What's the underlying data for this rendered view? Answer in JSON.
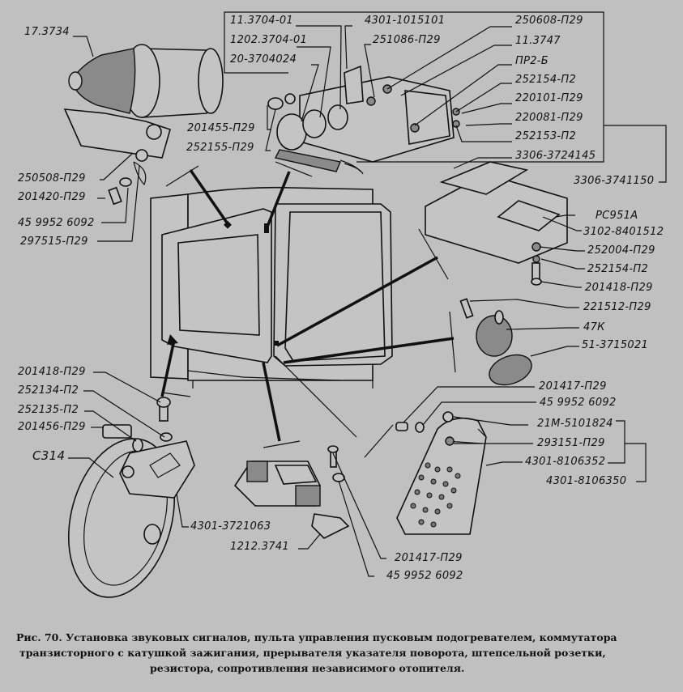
{
  "figure": {
    "caption": {
      "line1": "Рис. 70. Установка звуковых сигналов, пульта управления пусковым подогревателем, коммутатора",
      "line2": "транзисторного с катушкой зажигания, прерывателя указателя поворота, штепсельной розетки,",
      "line3": "резистора, сопротивления независимого отопителя."
    },
    "labels": {
      "coil": "17.3734",
      "coil_nut": "250508-П29",
      "coil_bolt": "201420-П29",
      "coil_washer": "45 9952 6092",
      "coil_clamp": "297515-П29",
      "panel_switch1": "11.3704-01",
      "panel_switch2": "1202.3704-01",
      "panel_switch3": "20-3704024",
      "panel_bracket": "4301-1015101",
      "panel_nut": "251086-П29",
      "panel_bolt": "201455-П29",
      "panel_washer": "252155-П29",
      "panel_screw": "250608-П29",
      "panel_lamp": "11.3747",
      "panel_fuse": "ПР2-Б",
      "panel_washer2": "252154-П2",
      "panel_screw2": "220101-П29",
      "panel_screw3": "220081-П29",
      "panel_washer3": "252153-П2",
      "panel_harness": "3306-3724145",
      "panel_assembly": "3306-3741150",
      "relay": "РС951А",
      "relay_bracket": "3102-8401512",
      "relay_nut": "252004-П29",
      "relay_washer": "252154-П2",
      "relay_bolt": "201418-П29",
      "socket_screw": "221512-П29",
      "socket": "47К",
      "socket_cover": "51-3715021",
      "heater_bolt": "201417-П29",
      "heater_washer": "45 9952 6092",
      "heater_resistor": "21М-5101824",
      "heater_nut": "293151-П29",
      "heater_plate": "4301-8106352",
      "heater_assembly": "4301-8106350",
      "horn_bolt": "201418-П29",
      "horn_washer1": "252134-П2",
      "horn_washer2": "252135-П2",
      "horn_bolt2": "201456-П29",
      "horn": "С314",
      "horn_bracket": "4301-3721063",
      "commutator": "1212.3741",
      "comm_bolt": "201417-П29",
      "comm_washer": "45 9952 6092"
    }
  }
}
